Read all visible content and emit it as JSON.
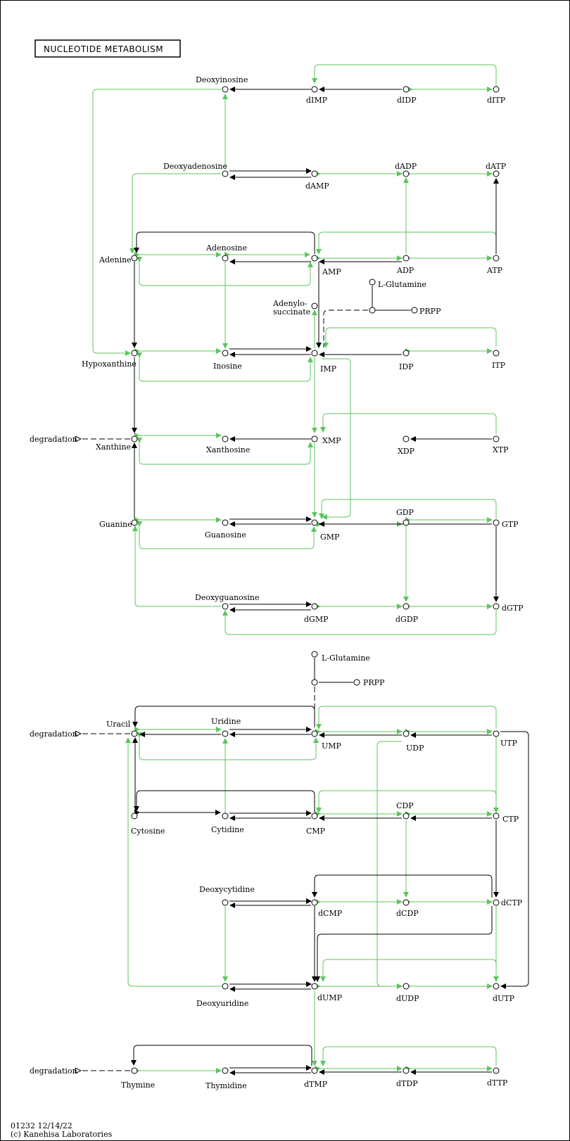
{
  "title": "NUCLEOTIDE METABOLISM",
  "footer": {
    "line1": "01232 12/14/22",
    "line2": "(c) Kanehisa Laboratories"
  },
  "colors": {
    "enzyme_present": "#5cc65c",
    "reaction_plain": "#000000"
  },
  "labels": {
    "deoxyinosine": "Deoxyinosine",
    "dimp": "dIMP",
    "didp": "dIDP",
    "ditp": "dITP",
    "deoxyadenosine": "Deoxyadenosine",
    "damp": "dAMP",
    "dadp": "dADP",
    "datp": "dATP",
    "adenine": "Adenine",
    "adenosine": "Adenosine",
    "amp": "AMP",
    "adp": "ADP",
    "atp": "ATP",
    "lglutamine1": "L-Glutamine",
    "prpp1": "PRPP",
    "adenylo1": "Adenylo-",
    "adenylo2": "succinate",
    "hypoxanthine": "Hypoxanthine",
    "inosine": "Inosine",
    "imp": "IMP",
    "idp": "IDP",
    "itp": "ITP",
    "degradation1": "degradation",
    "xanthine": "Xanthine",
    "xanthosine": "Xanthosine",
    "xmp": "XMP",
    "xdp": "XDP",
    "xtp": "XTP",
    "guanine": "Guanine",
    "guanosine": "Guanosine",
    "gmp": "GMP",
    "gdp": "GDP",
    "gtp": "GTP",
    "deoxyguanosine": "Deoxyguanosine",
    "dgmp": "dGMP",
    "dgdp": "dGDP",
    "dgtp": "dGTP",
    "lglutamine2": "L-Glutamine",
    "prpp2": "PRPP",
    "degradation2": "degradation",
    "uracil": "Uracil",
    "uridine": "Uridine",
    "ump": "UMP",
    "udp": "UDP",
    "utp": "UTP",
    "cytosine": "Cytosine",
    "cytidine": "Cytidine",
    "cmp": "CMP",
    "cdp": "CDP",
    "ctp": "CTP",
    "deoxycytidine": "Deoxycytidine",
    "dcmp": "dCMP",
    "dcdp": "dCDP",
    "dctp": "dCTP",
    "deoxyuridine": "Deoxyuridine",
    "dump": "dUMP",
    "dudp": "dUDP",
    "dutp": "dUTP",
    "degradation3": "degradation",
    "thymine": "Thymine",
    "thymidine": "Thymidine",
    "dtmp": "dTMP",
    "dtdp": "dTDP",
    "dttp": "dTTP"
  }
}
